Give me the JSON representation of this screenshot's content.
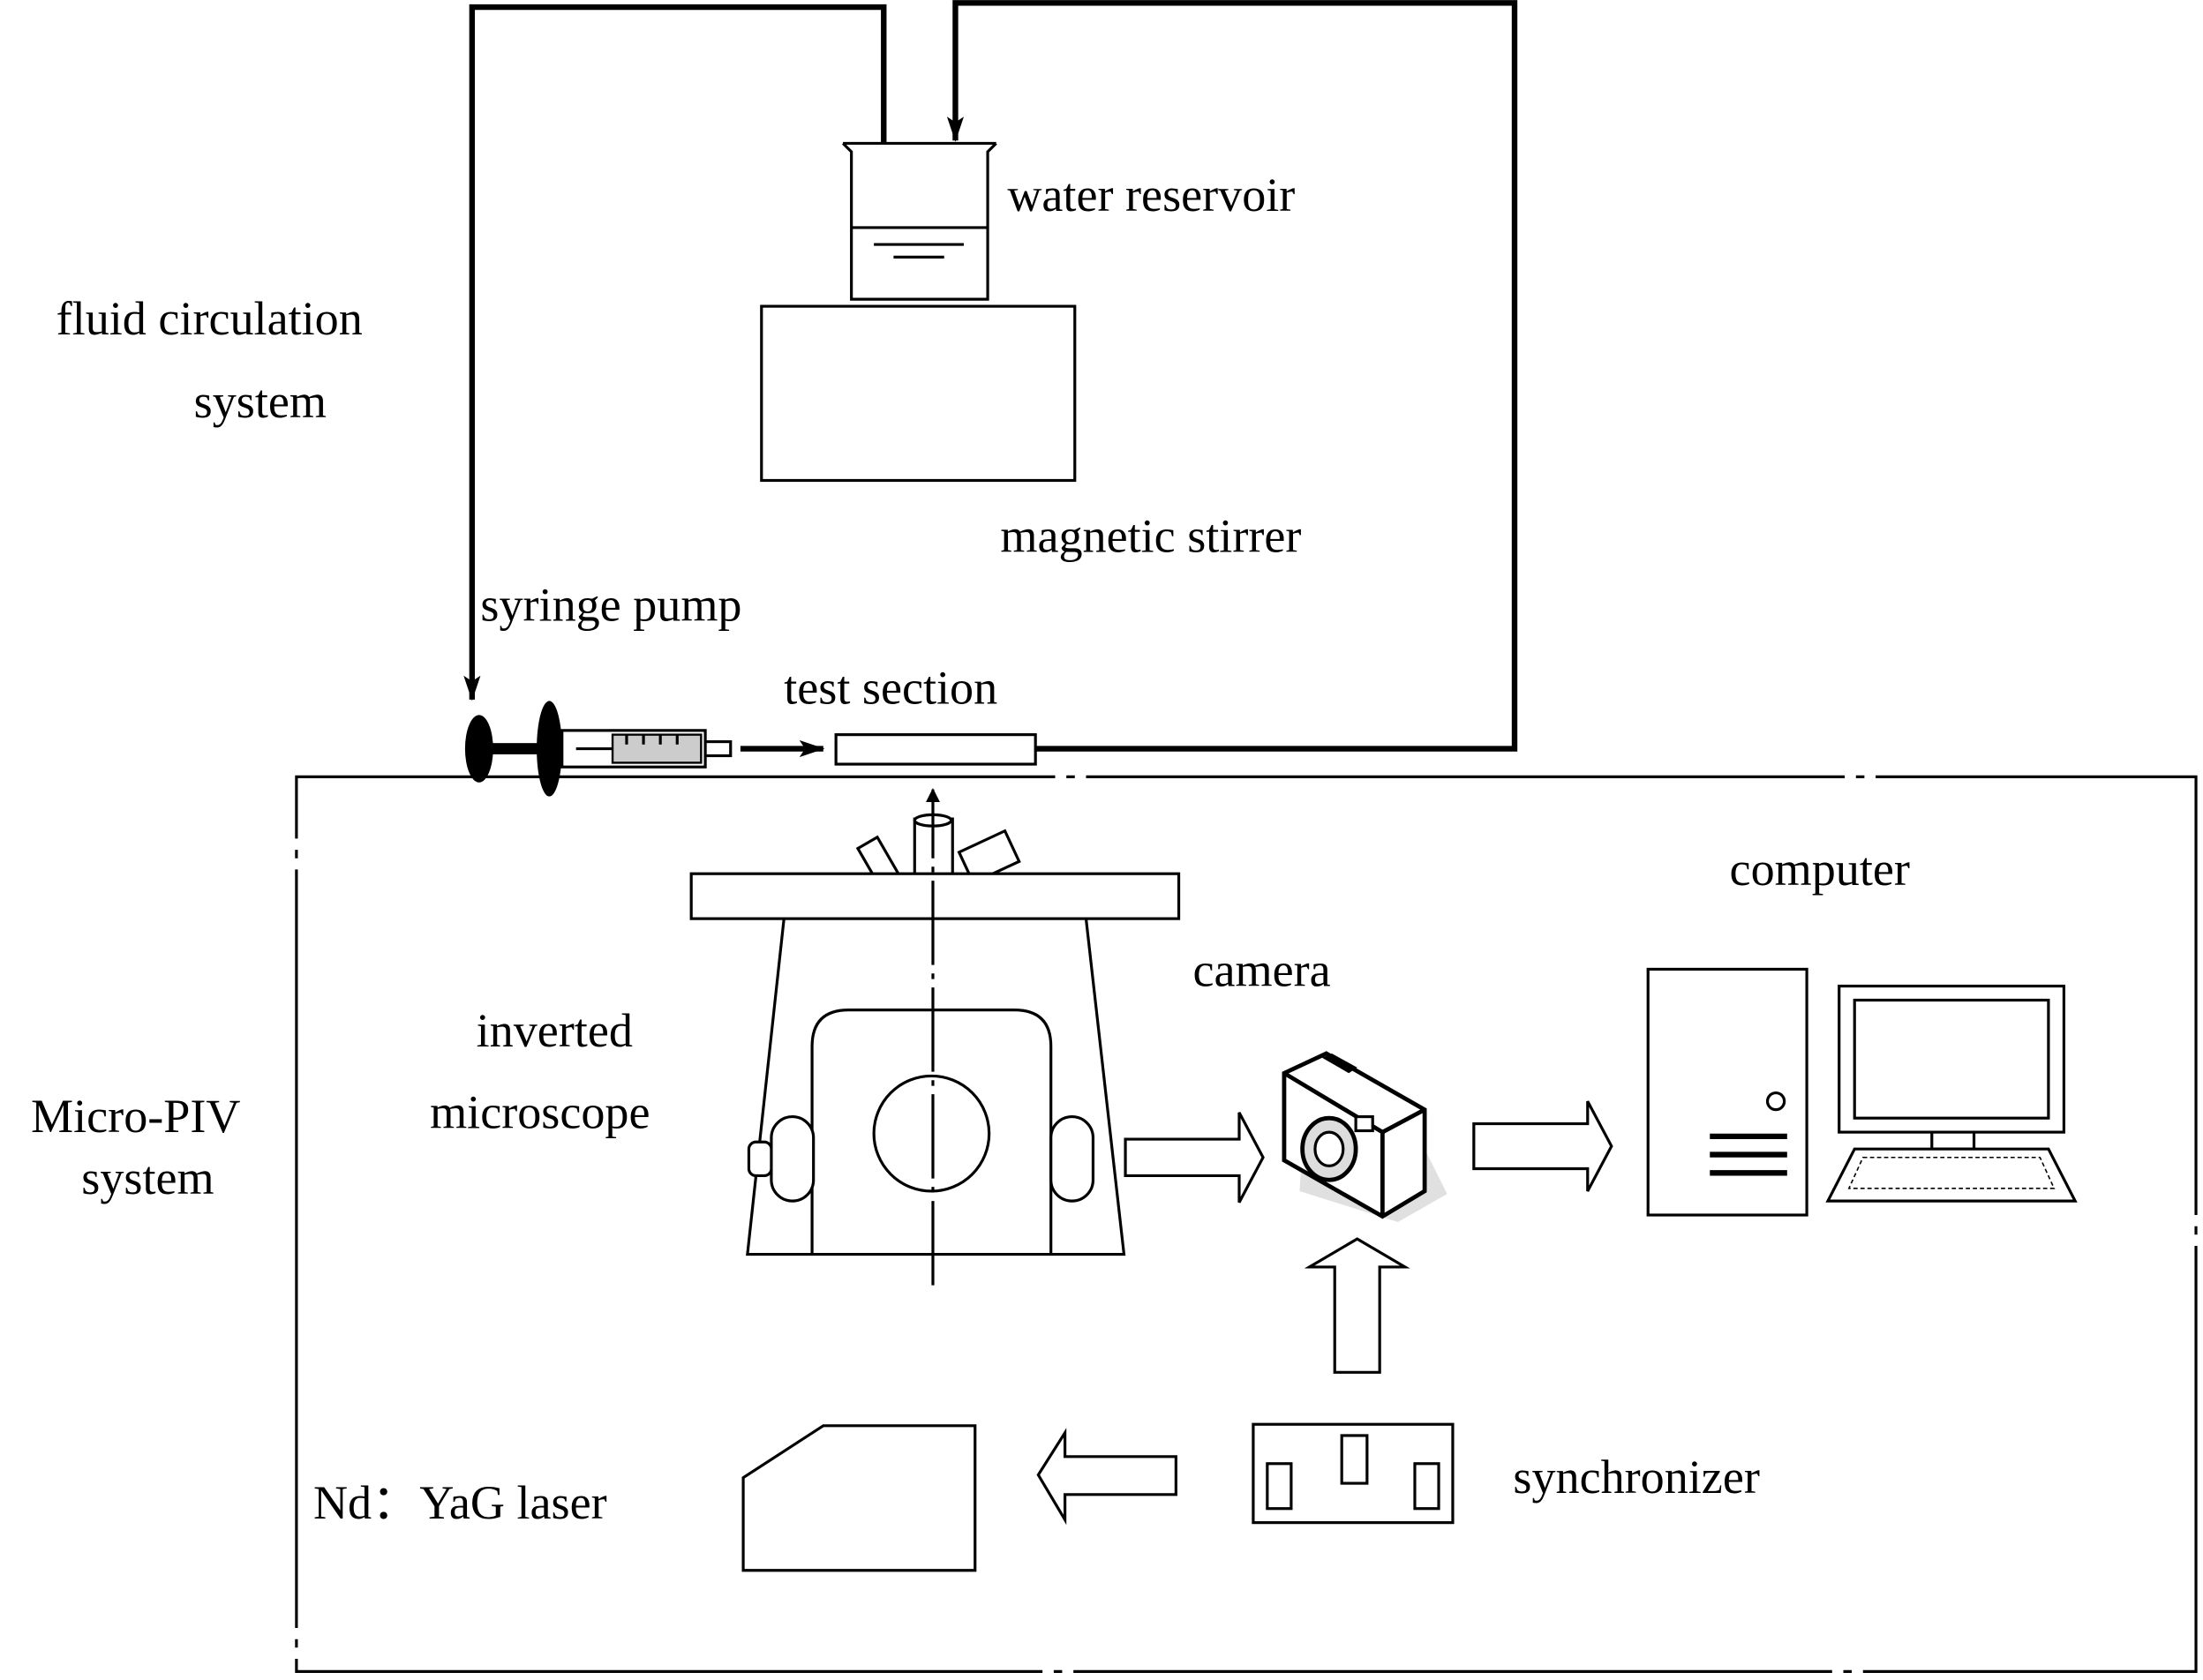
{
  "labels": {
    "water_reservoir": "water reservoir",
    "fluid_circulation_line1": "fluid circulation",
    "fluid_circulation_line2": "system",
    "magnetic_stirrer": "magnetic stirrer",
    "syringe_pump": "syringe pump",
    "test_section": "test section",
    "computer": "computer",
    "camera": "camera",
    "microscope_line1": "inverted",
    "microscope_line2": "microscope",
    "micro_piv_line1": "Micro-PIV",
    "micro_piv_line2": "system",
    "synchronizer": "synchronizer",
    "laser": "Nd：YaG laser"
  }
}
